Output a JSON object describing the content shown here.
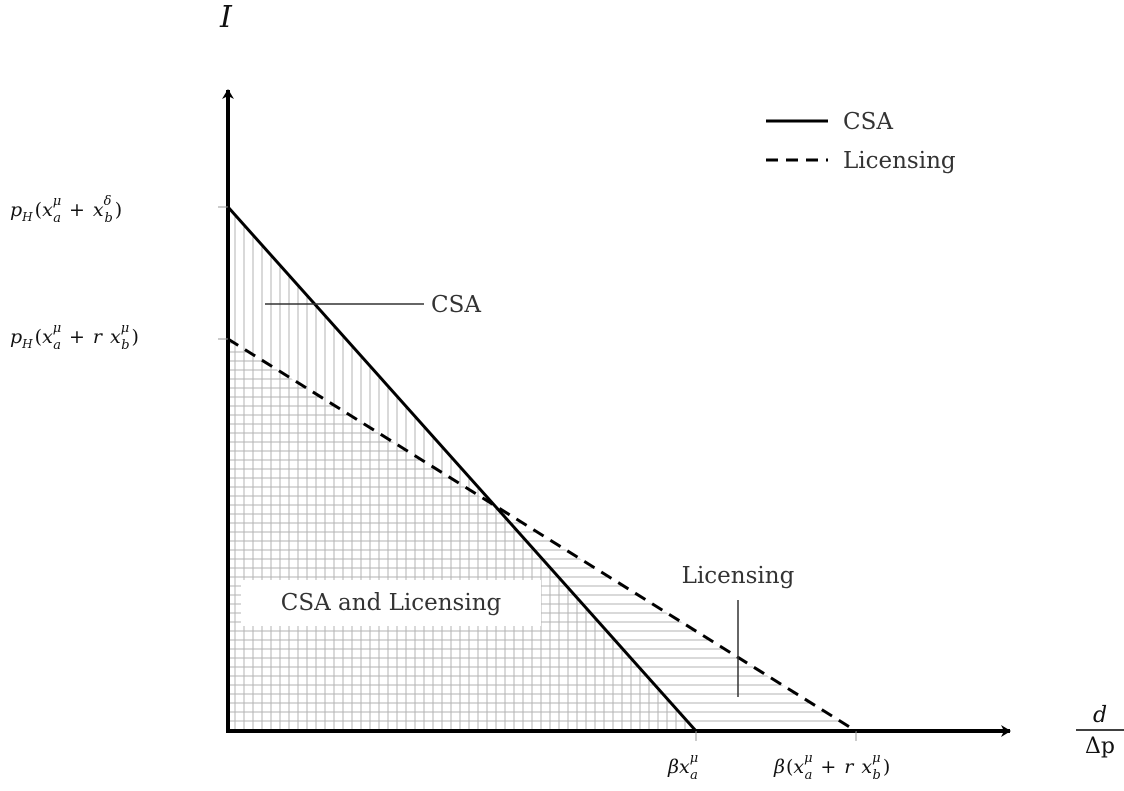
{
  "axes": {
    "y_label": "I",
    "x_label_numerator": "d",
    "x_label_denominator": "Δp"
  },
  "y_ticks": {
    "top": {
      "lead": "p",
      "lead_sub": "H",
      "open": "(",
      "term1": "x",
      "term1_sup": "μ",
      "term1_sub": "a",
      "plus": "+",
      "term2": "x",
      "term2_sup": "δ",
      "term2_sub": "b",
      "close": ")"
    },
    "middle": {
      "lead": "p",
      "lead_sub": "H",
      "open": "(",
      "term1": "x",
      "term1_sup": "μ",
      "term1_sub": "a",
      "plus": "+",
      "coef": "r",
      "term2": "x",
      "term2_sup": "μ",
      "term2_sub": "b",
      "close": ")"
    }
  },
  "x_ticks": {
    "first": {
      "lead": "βx",
      "sup": "μ",
      "sub": "a"
    },
    "second": {
      "lead": "β",
      "open": "(",
      "term1": "x",
      "term1_sup": "μ",
      "term1_sub": "a",
      "plus": "+",
      "coef": "r",
      "term2": "x",
      "term2_sup": "μ",
      "term2_sub": "b",
      "close": ")"
    }
  },
  "legend": {
    "items": [
      {
        "label": "CSA",
        "style": "solid"
      },
      {
        "label": "Licensing",
        "style": "dashed"
      }
    ]
  },
  "region_labels": {
    "csa": "CSA",
    "both": "CSA and Licensing",
    "licensing": "Licensing"
  },
  "colors": {
    "line": "#000000",
    "hatch": "#b3b3b3",
    "label": "#333333"
  }
}
